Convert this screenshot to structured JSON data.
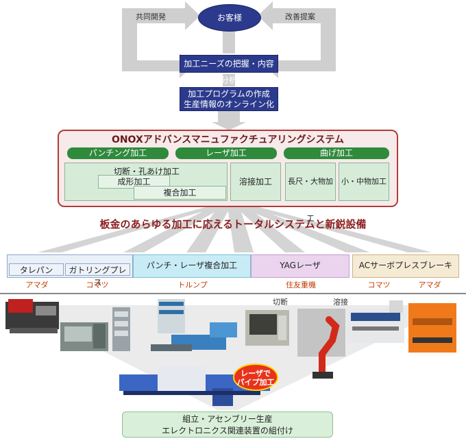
{
  "top": {
    "customer": "お客様",
    "left_arrow_label": "共同開発",
    "right_arrow_label": "改善提案",
    "step1": "加工ニーズの把握・内容分析",
    "step2_line1": "加工プログラムの作成",
    "step2_line2": "生産情報のオンライン化"
  },
  "system": {
    "title": "ONOXアドバンスマニュファクチュアリングシステム",
    "categories": [
      "パンチング加工",
      "レーザ加工",
      "曲げ加工"
    ],
    "punching": {
      "cut": "切断・孔あけ加工",
      "form": "成形加工",
      "combo": "複合加工"
    },
    "laser": {
      "weld": "溶接加工"
    },
    "bending": {
      "large": "長尺・大物加工",
      "small": "小・中物加工"
    }
  },
  "tagline": "板金のあらゆる加工に応えるトータルシステムと新鋭設備",
  "equipment": {
    "turret": "タレパン",
    "gatling": "ガトリングプレス",
    "punch_laser": "パンチ・レーザ複合加工",
    "yag": "YAGレーザ",
    "ac_press": "ACサーボプレスブレーキ"
  },
  "makers": {
    "amada1": "アマダ",
    "komatsu1": "コマツ",
    "trumpf": "トルンプ",
    "sumitomo": "住友重機",
    "komatsu2": "コマツ",
    "amada2": "アマダ"
  },
  "photo_labels": {
    "cut": "切断",
    "weld": "溶接"
  },
  "badge": {
    "line1": "レーザで",
    "line2": "パイプ加工"
  },
  "bottom": {
    "line1": "組立・アセンブリー生産",
    "line2": "エレクトロニクス関連装置の組付け"
  },
  "colors": {
    "navy": "#2b3a8c",
    "system_border": "#b23a3a",
    "category_green": "#2f8a3c",
    "tagline_red": "#8b2020",
    "maker_orange": "#c23a00"
  }
}
